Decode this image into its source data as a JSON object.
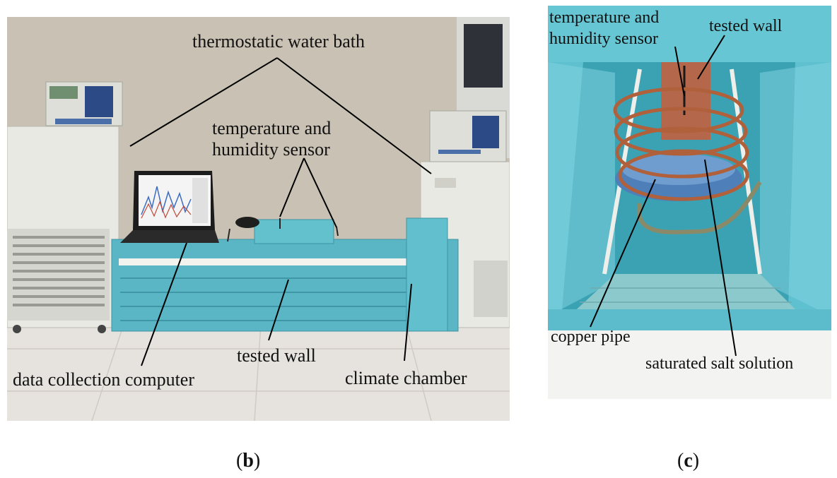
{
  "panel_b": {
    "labels": {
      "water_bath": "thermostatic water bath",
      "sensor_line1": "temperature and",
      "sensor_line2": "humidity sensor",
      "computer": "data collection computer",
      "tested_wall": "tested wall",
      "climate_chamber": "climate chamber"
    },
    "caption_letter": "b"
  },
  "panel_c": {
    "labels": {
      "sensor_line1": "temperature and",
      "sensor_line2": "humidity sensor",
      "tested_wall": "tested wall",
      "copper_pipe": "copper pipe",
      "salt_solution": "saturated salt solution"
    },
    "caption_letter": "c"
  },
  "colors": {
    "wall_background": "#c9c1b3",
    "floor": "#e4e1dc",
    "chamber_blue": "#58b6c6",
    "appliance_white": "#e8e8e2",
    "copper": "#b0603a"
  }
}
